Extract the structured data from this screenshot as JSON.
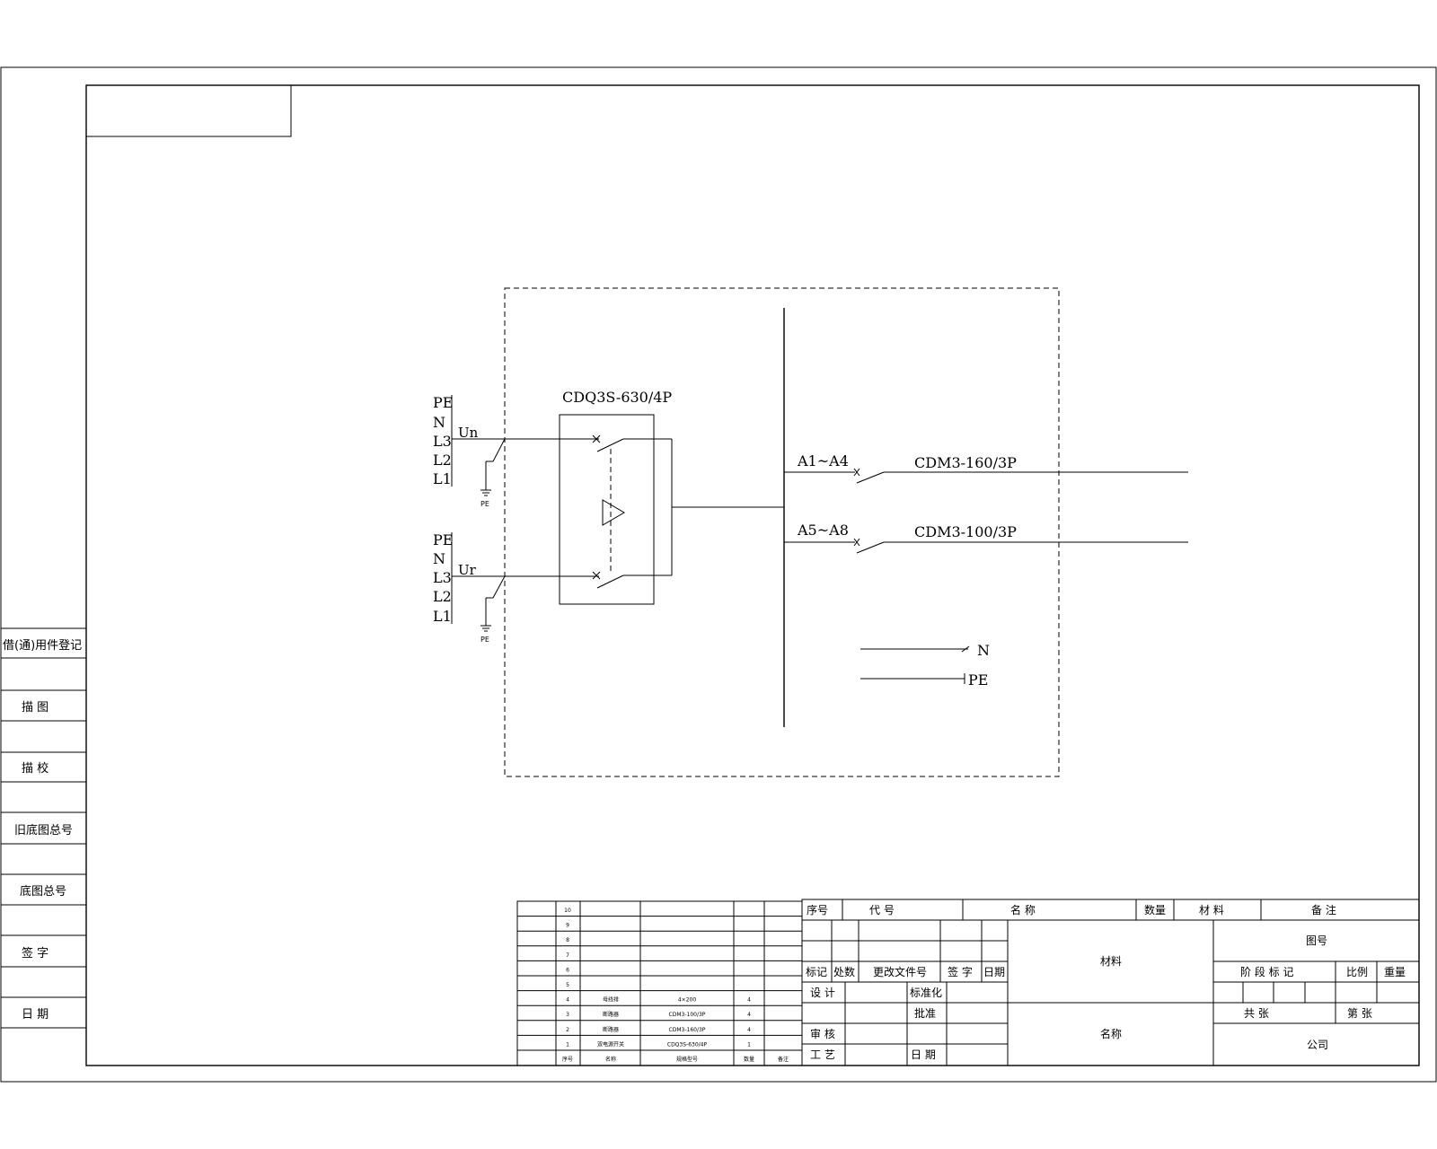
{
  "diagram": {
    "switch_label": "CDQ3S-630/4P",
    "incoming": [
      {
        "phases": [
          "PE",
          "N",
          "L3",
          "L2",
          "L1"
        ],
        "label": "Un",
        "ground": "PE"
      },
      {
        "phases": [
          "PE",
          "N",
          "L3",
          "L2",
          "L1"
        ],
        "label": "Ur",
        "ground": "PE"
      }
    ],
    "feeders": [
      {
        "range": "A1~A4",
        "breaker": "CDM3-160/3P"
      },
      {
        "range": "A5~A8",
        "breaker": "CDM3-100/3P"
      }
    ],
    "n_label": "N",
    "pe_label": "PE"
  },
  "left_panel": [
    "借(通)用件登记",
    "描  图",
    "描  校",
    "旧底图总号",
    "底图总号",
    "签  字",
    "日  期"
  ],
  "parts_list": {
    "rows": [
      {
        "no": "10",
        "code": "",
        "name": "",
        "qty": "",
        "remark": ""
      },
      {
        "no": "9",
        "code": "",
        "name": "",
        "qty": "",
        "remark": ""
      },
      {
        "no": "8",
        "code": "",
        "name": "",
        "qty": "",
        "remark": ""
      },
      {
        "no": "7",
        "code": "",
        "name": "",
        "qty": "",
        "remark": ""
      },
      {
        "no": "6",
        "code": "",
        "name": "",
        "qty": "",
        "remark": ""
      },
      {
        "no": "5",
        "code": "",
        "name": "",
        "qty": "",
        "remark": ""
      },
      {
        "no": "4",
        "code": "母线排",
        "name": "4×200",
        "qty": "4",
        "remark": ""
      },
      {
        "no": "3",
        "code": "断路器",
        "name": "CDM3-100/3P",
        "qty": "4",
        "remark": ""
      },
      {
        "no": "2",
        "code": "断路器",
        "name": "CDM3-160/3P",
        "qty": "4",
        "remark": ""
      },
      {
        "no": "1",
        "code": "双电源开关",
        "name": "CDQ3S-630/4P",
        "qty": "1",
        "remark": ""
      }
    ],
    "header": {
      "no": "序号",
      "code": "名称",
      "name": "规格型号",
      "qty": "数量",
      "remark": "备注"
    }
  },
  "title_block": {
    "header": [
      "序号",
      "代  号",
      "名  称",
      "数量",
      "材  料",
      "备  注"
    ],
    "change_row": [
      "标记",
      "处数",
      "更改文件号",
      "签 字",
      "日期"
    ],
    "design": "设 计",
    "standard": "标准化",
    "approve": "批准",
    "review": "审 核",
    "process": "工 艺",
    "date": "日 期",
    "material": "材料",
    "name": "名称",
    "drawing_no": "图号",
    "stage": "阶 段 标 记",
    "scale": "比例",
    "weight": "重量",
    "total": "共    张",
    "sheet": "第    张",
    "company": "公司"
  }
}
